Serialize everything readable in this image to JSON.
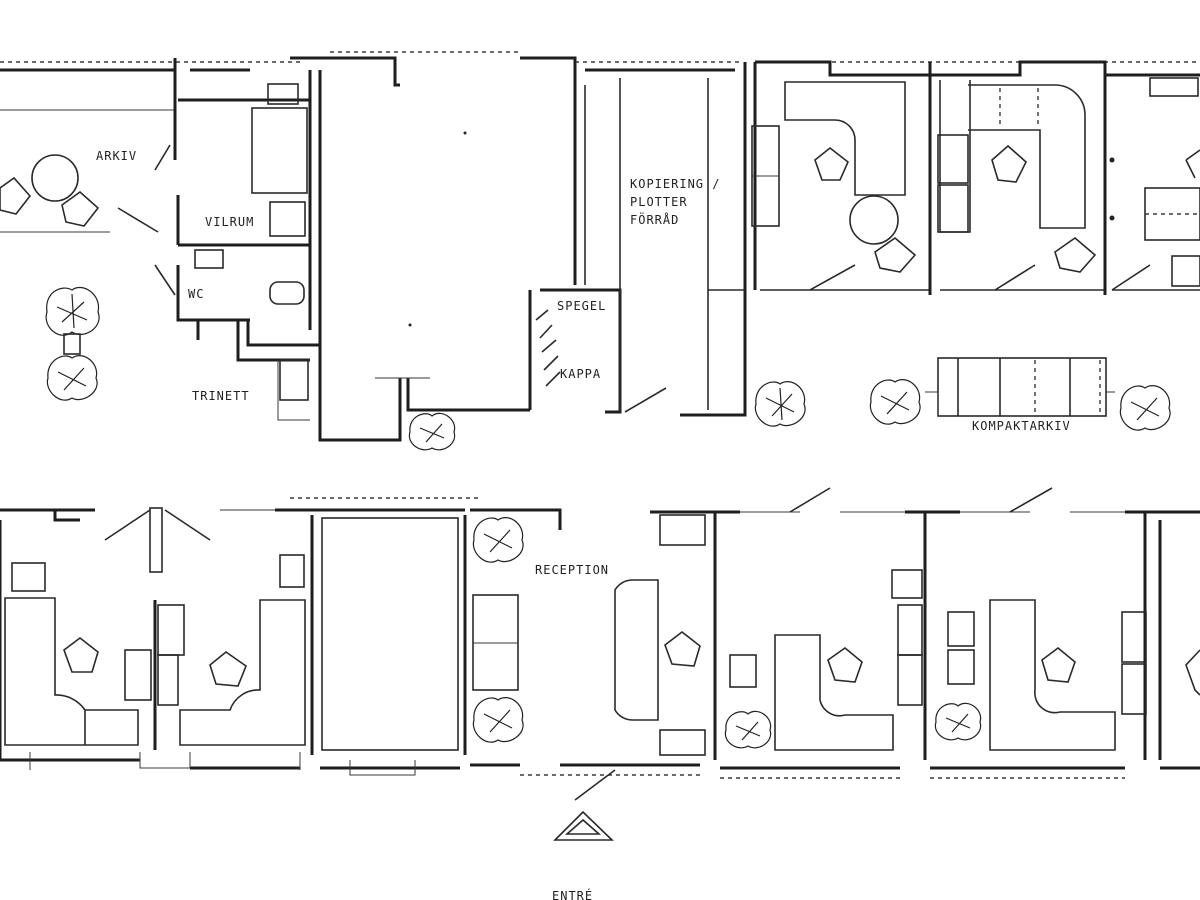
{
  "labels": {
    "arkiv": "ARKIV",
    "vilrum": "VILRUM",
    "wc": "WC",
    "trinett": "TRINETT",
    "kopiering_line1": "KOPIERING /",
    "kopiering_line2": "PLOTTER",
    "kopiering_line3": "FÖRRÅD",
    "spegel": "SPEGEL",
    "kappa": "KAPPA",
    "kompaktarkiv": "KOMPAKTARKIV",
    "reception": "RECEPTION",
    "entre": "ENTRÉ"
  },
  "colors": {
    "line": "#1e1e1e",
    "paper": "#ffffff"
  }
}
